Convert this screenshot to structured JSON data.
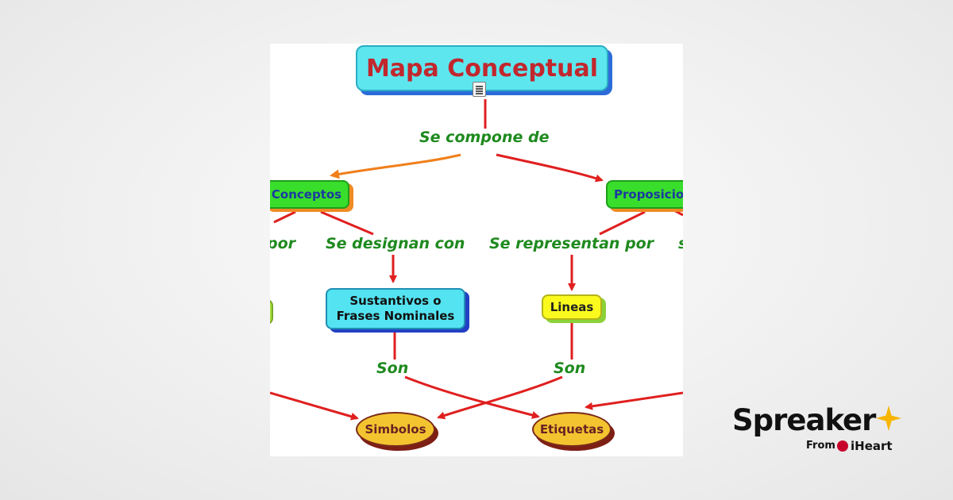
{
  "diagram": {
    "title": "Mapa Conceptual",
    "link_main": "Se compone de",
    "node_conceptos": "Conceptos",
    "node_proposiciones": "Proposicio",
    "link_por_left": "por",
    "link_designan": "Se designan con",
    "link_representan": "Se representan por",
    "link_right_fragment": "s",
    "node_sustantivos_line1": "Sustantivos o",
    "node_sustantivos_line2": "Frases Nominales",
    "node_lineas": "Lineas",
    "link_son_left": "Son",
    "link_son_right": "Son",
    "node_simbolos": "Simbolos",
    "node_etiquetas": "Etiquetas",
    "icons": {
      "attachment": "document-icon"
    }
  },
  "brand": {
    "name": "Spreaker",
    "from_label": "From",
    "partner": "iHeart",
    "colors": {
      "star": "#f7b500",
      "iheart": "#c6002b"
    }
  },
  "colors": {
    "arrow_red": "#e01f1f",
    "arrow_orange": "#ef7f1a",
    "link_text": "#1e8a1e",
    "title_text": "#c1272d"
  }
}
